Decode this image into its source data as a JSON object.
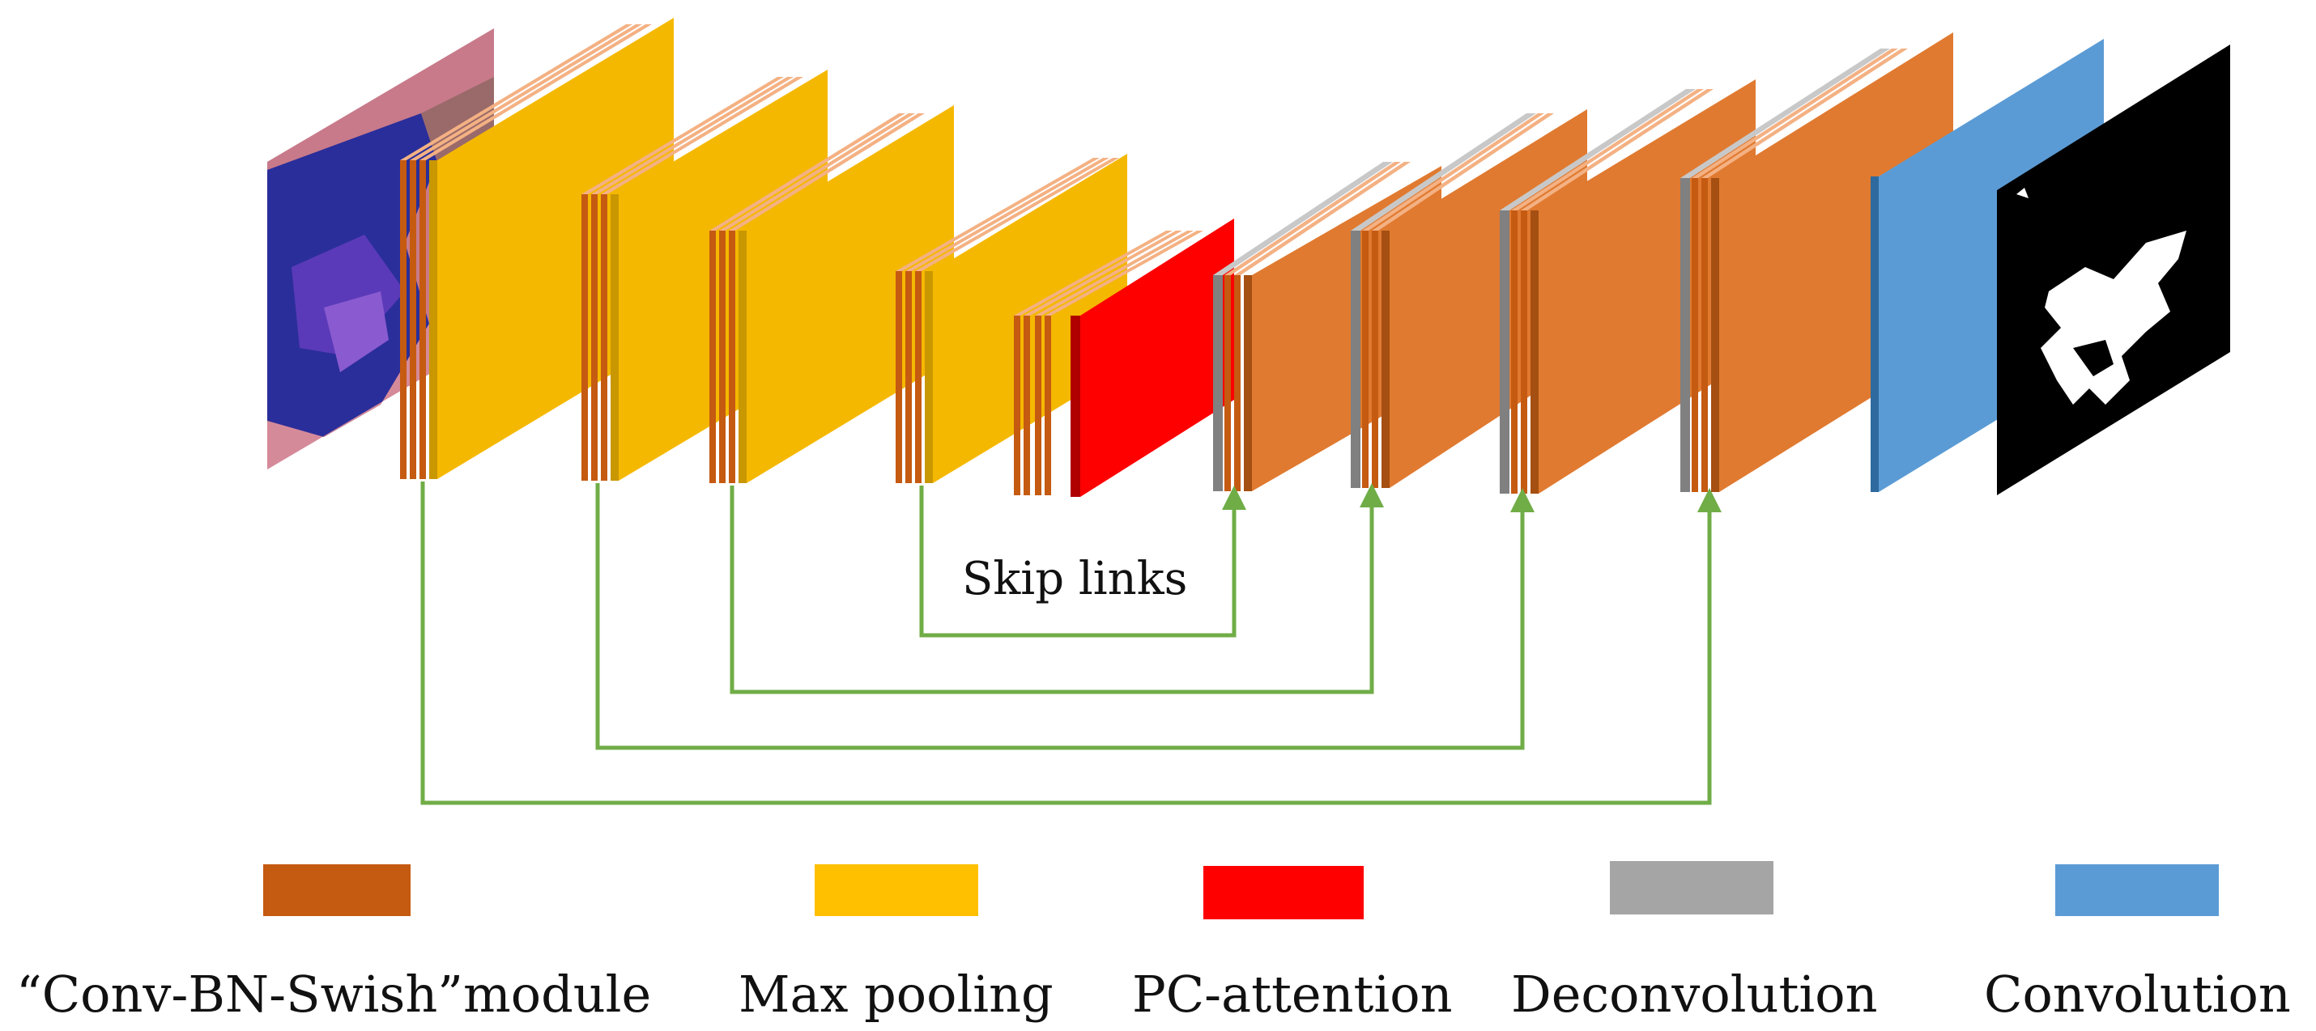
{
  "diagram": {
    "skip_label": "Skip links",
    "legend": [
      {
        "key": "conv_bn_swish",
        "label": "“Conv-BN-Swish”module",
        "color": "#c55a11"
      },
      {
        "key": "max_pooling",
        "label": "Max pooling",
        "color": "#ffc000"
      },
      {
        "key": "pc_attention",
        "label": "PC-attention",
        "color": "#ff0000"
      },
      {
        "key": "deconvolution",
        "label": "Deconvolution",
        "color": "#a5a5a5"
      },
      {
        "key": "convolution",
        "label": "Convolution",
        "color": "#5b9bd5"
      }
    ],
    "colors": {
      "conv": "#c55a11",
      "conv_top": "#f4b183",
      "pool": "#f5b800",
      "pool_side": "#c99700",
      "attention": "#ff0000",
      "attention_side": "#b00000",
      "deconv": "#808080",
      "decoder": "#e07a30",
      "decoder_side": "#a54f12",
      "output_conv": "#5b9bd5",
      "output_conv_side": "#2f6a9e",
      "skip_line": "#70ad47"
    }
  }
}
